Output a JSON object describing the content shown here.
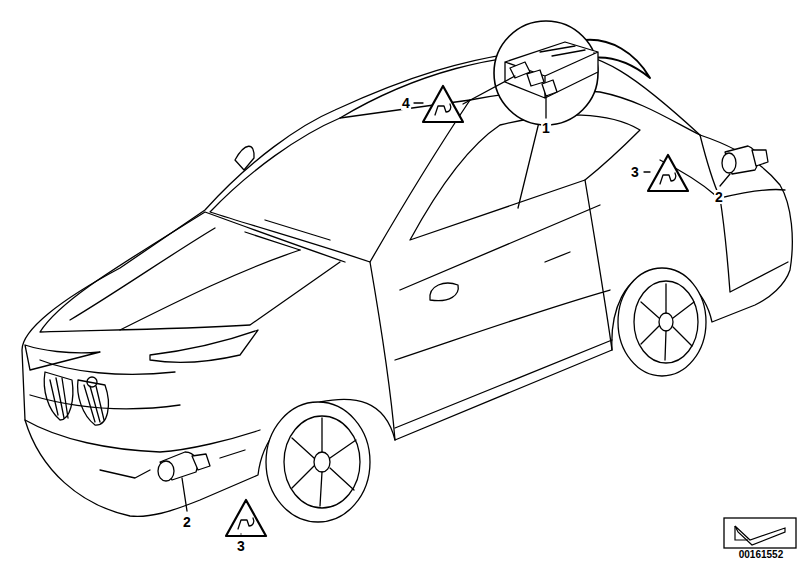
{
  "diagram": {
    "labels": [
      "4",
      "1",
      "3",
      "2",
      "2",
      "3",
      "00161552"
    ]
  }
}
